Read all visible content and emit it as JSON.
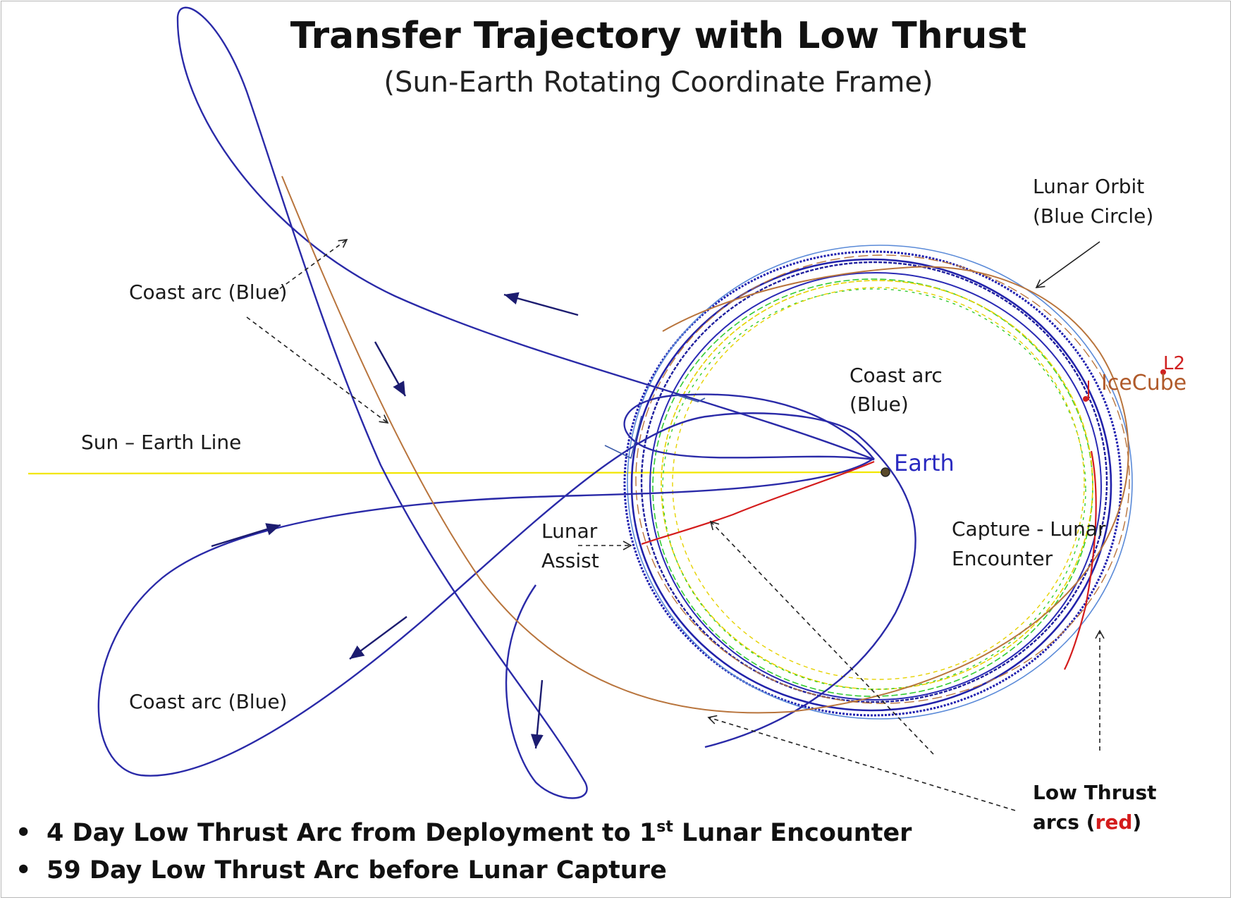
{
  "title": "Transfer Trajectory with Low Thrust",
  "subtitle": "(Sun-Earth Rotating Coordinate Frame)",
  "labels": {
    "coast_arc_upper_left": "Coast arc (Blue)",
    "coast_arc_center_line1": "Coast arc",
    "coast_arc_center_line2": "(Blue)",
    "coast_arc_lower_left": "Coast arc (Blue)",
    "sun_earth_line": "Sun – Earth Line",
    "earth": "Earth",
    "lunar_orbit_line1": "Lunar Orbit",
    "lunar_orbit_line2": "(Blue Circle)",
    "lunar_assist_line1": "Lunar",
    "lunar_assist_line2": "Assist",
    "capture_line1": "Capture - Lunar",
    "capture_line2": "Encounter",
    "lunar_l2": "L2",
    "icecube": "IceCube",
    "low_thrust_line1": "Low Thrust",
    "low_thrust_line2_prefix": "arcs (",
    "low_thrust_line2_red": "red",
    "low_thrust_line2_suffix": ")"
  },
  "bullets": [
    {
      "marker": "•",
      "text_before": "4 Day Low Thrust Arc from Deployment to 1",
      "superscript": "st",
      "text_after": " Lunar Encounter"
    },
    {
      "marker": "•",
      "text_before": "59 Day Low Thrust Arc before Lunar Capture",
      "superscript": "",
      "text_after": ""
    }
  ],
  "colors": {
    "coast_arc": "#2a2aa8",
    "low_thrust_arc": "#d41c1c",
    "sun_earth_line": "#f2e600",
    "lunar_orbit": "#5a8ad8",
    "approach_arc": "#b8743c",
    "capture_spiral_green": "#33cc33",
    "capture_spiral_yellow": "#e6d200"
  }
}
